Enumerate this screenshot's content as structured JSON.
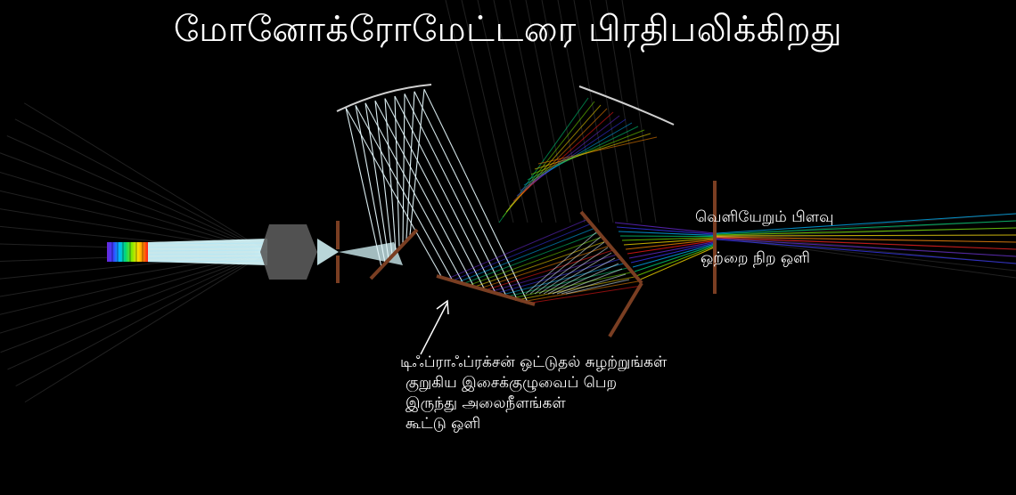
{
  "title": "மோனோக்ரோமேட்டரை பிரதிபலிக்கிறது",
  "labels": {
    "exit_slit": "வெளியேறும் பிளவு",
    "single_color_light": "ஒற்றை நிற ஒளி",
    "annotation_lines": [
      "டிஃப்ராஃப்ரக்சன் ஒட்டுதல் சுழற்றுங்கள்",
      "குறுகிய இசைக்குழுவைப் பெற",
      "இருந்து அலைநீளங்கள்",
      "கூட்டு ஒளி"
    ]
  },
  "colors": {
    "background": "#000000",
    "mirror_bronze": "#7a3e22",
    "beam": "#e8fbff",
    "text": "#ffffff",
    "spectrum": [
      "#6a2bd8",
      "#3a3aff",
      "#00b7ff",
      "#00d77a",
      "#7be800",
      "#ffe000",
      "#ff8a00",
      "#ff1a1a"
    ]
  }
}
